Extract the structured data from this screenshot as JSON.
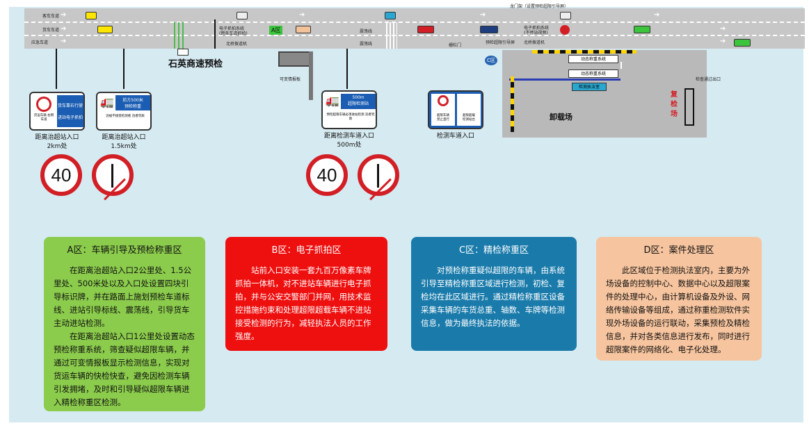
{
  "lanes": {
    "top_label": "客车车道",
    "mid_label": "货车车道",
    "bottom_label": "应急车道"
  },
  "road_labels": {
    "capture_system": "电子抓拍系统",
    "capture_sub": "(跨各车道抓拍)",
    "bridge": "北桥拨道机",
    "zone_a": "A区",
    "rumble_1": "震荡线",
    "rumble_2": "震荡线",
    "gantry_top": "龙门架（设置预检超限引导屏）",
    "capture_system_2": "电子抓拍系统",
    "capture_sub_2": "(不停站视频)",
    "bridge_2": "北桥拨道机",
    "pre_screen": "预检超限引导屏",
    "barrier": "栅栏门",
    "zone_c": "C区",
    "weigh_1": "动态称重系统",
    "weigh_2": "动态称重系统",
    "control_room": "检测执法室",
    "unload_yard": "卸载场",
    "recheck": "复检场",
    "station_name": "石英商速预检",
    "vms": "可变情报板",
    "exit_sign": "检查通过出口"
  },
  "signs": [
    {
      "blue_top": "货车靠右行驶",
      "blue_bottom": "进站电子抓拍",
      "red_caption": "货运车辆 右侧车道",
      "caption": "距离治超站入口2km处"
    },
    {
      "blue_top": "前方500米",
      "blue_bottom": "预检称重",
      "sub": "违规不接受检测者 违者罚款",
      "caption": "距离治超站入口1.5km处"
    },
    {
      "blue_top": "500m",
      "blue_bottom": "超限检测站",
      "sub": "预检超限车辆必须进站检测 违者罚款",
      "caption": "距离检测车道入口500m处"
    },
    {
      "left_top": "超限车辆",
      "left_bottom": "禁止直行",
      "right_top": "超限超载",
      "right_bottom": "检测站台",
      "caption": "检测车道入口"
    }
  ],
  "speed_limits": [
    "40",
    "40"
  ],
  "zones": [
    {
      "title": "A区：车辆引导及预检称重区",
      "color": "#8bcc4c",
      "paragraphs": [
        "在距离治超站入口2公里处、1.5公里处、500米处以及入口处设置四块引导标识牌，并在路面上施划预检车道标线、进站引导标线、震荡线，引导货车主动进站检测。",
        "在距离治超站入口1公里处设置动态预检称重系统，筛查疑似超限车辆，并通过可变情报板显示检测信息，实现对货运车辆的快检快查，避免因检测车辆引发拥堵，及时和引导疑似超限车辆进入精检称重区检测。"
      ]
    },
    {
      "title": "B区：电子抓拍区",
      "color": "#ee0f0f",
      "paragraphs": [
        "站前入口安装一套九百万像素车牌抓拍一体机，对不进站车辆进行电子抓拍，并与公安交警部门并网，用技术监控措施约束和处理超限超载车辆不进站接受检测的行为，减轻执法人员的工作强度。"
      ]
    },
    {
      "title": "C区：精检称重区",
      "color": "#1a7bab",
      "paragraphs": [
        "对预检称重疑似超限的车辆，由系统引导至精检称重区域进行检测，初检、复检均在此区域进行。通过精检称重区设备采集车辆的车货总重、轴数、车牌等检测信息，做为最终执法的依据。"
      ]
    },
    {
      "title": "D区：案件处理区",
      "color": "#f6c49e",
      "paragraphs": [
        "此区域位于检测执法室内，主要为外场设备的控制中心、数据中心以及超限案件的处理中心，由计算机设备及外设、网络传输设备等组成，通过称重检测软件实现外场设备的运行联动，采集预检及精检信息，并对各类信息进行发布，同时进行超限案件的网络化、电子化处理。"
      ]
    }
  ]
}
